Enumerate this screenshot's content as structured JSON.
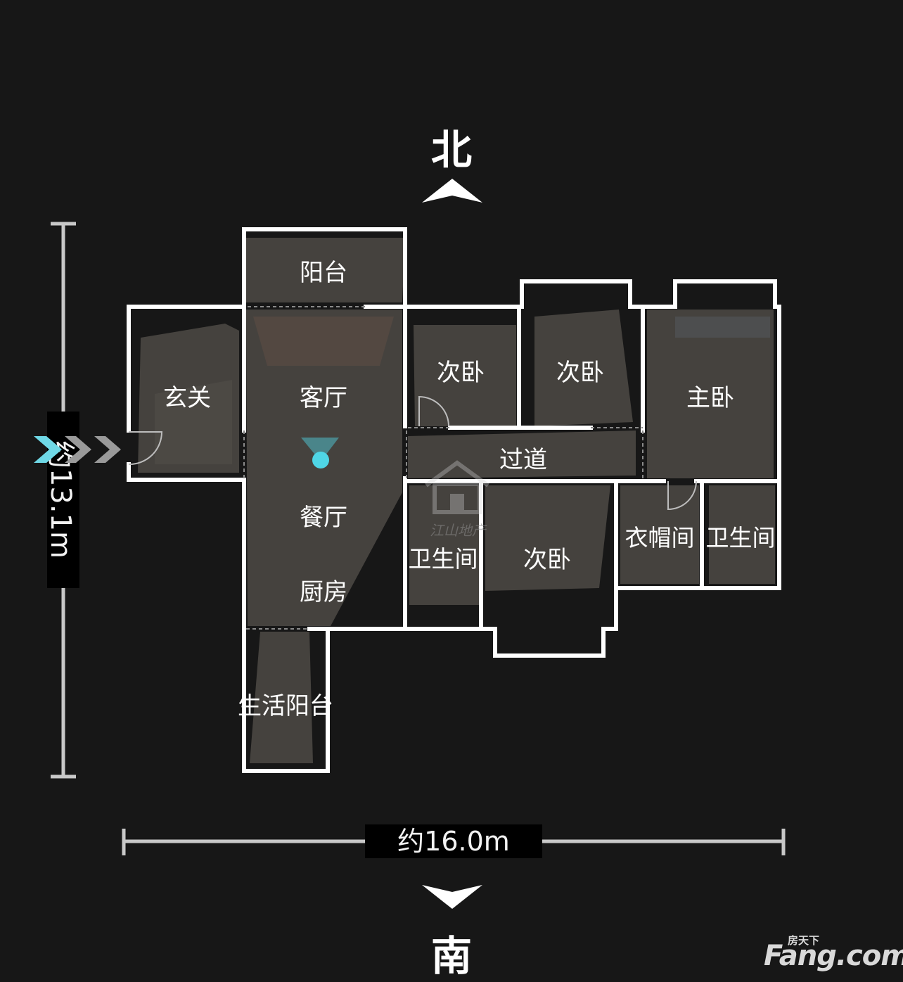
{
  "compass": {
    "north": "北",
    "south": "南"
  },
  "dimensions": {
    "height": "约13.1m",
    "width": "约16.0m"
  },
  "rooms": {
    "balcony": "阳台",
    "entrance": "玄关",
    "living_room": "客厅",
    "dining_room": "餐厅",
    "kitchen": "厨房",
    "utility_balcony": "生活阳台",
    "bedroom_1": "次卧",
    "bedroom_2": "次卧",
    "bedroom_3": "次卧",
    "master_bedroom": "主卧",
    "corridor": "过道",
    "bathroom_1": "卫生间",
    "bathroom_2": "卫生间",
    "cloakroom": "衣帽间"
  },
  "watermarks": {
    "center_logo_text": "江山地产",
    "brand_cn": "房天下",
    "brand_en": "Fang.com"
  },
  "colors": {
    "background": "#171717",
    "wall": "#ffffff",
    "room_photo": "#43403c",
    "marker": "#4fd6e6",
    "entry_arrow": "#6fd8e6",
    "scale_bar": "#c8c8c8"
  },
  "icons": {
    "north": "triangle-up-icon",
    "south": "triangle-down-icon",
    "position": "viewer-position-icon",
    "entry": "double-chevron-right-icon"
  }
}
